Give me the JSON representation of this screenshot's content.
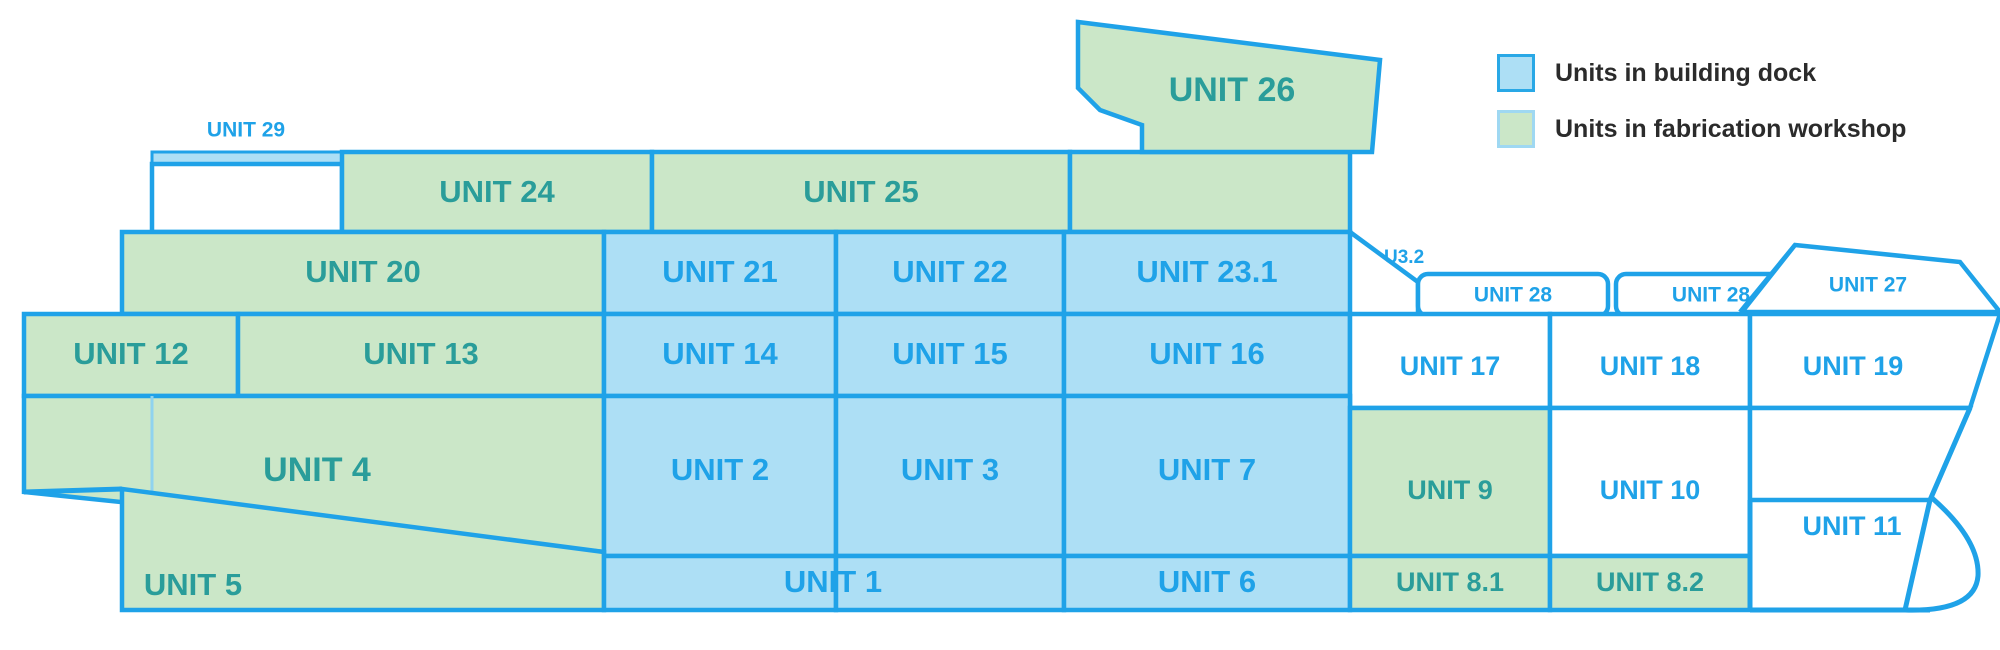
{
  "diagram": {
    "title": "Ship block/unit construction layout",
    "colors": {
      "dock_fill": "#addff5",
      "fabrication_fill": "#cbe7c8",
      "outline": "#1fa2e8",
      "dock_label": "#1fa2e8",
      "fabrication_label": "#2a9d9a",
      "legend_text": "#2b2b2b"
    }
  },
  "legend": {
    "items": [
      {
        "label": "Units in building dock",
        "swatch": "dock"
      },
      {
        "label": "Units in fabrication workshop",
        "swatch": "fabrication"
      }
    ]
  },
  "units": {
    "u29": "UNIT 29",
    "u24": "UNIT 24",
    "u25": "UNIT 25",
    "u26": "UNIT 26",
    "u20": "UNIT 20",
    "u21": "UNIT 21",
    "u22": "UNIT 22",
    "u23_1": "UNIT 23.1",
    "u3_2": "U3.2",
    "u28a": "UNIT 28",
    "u28b": "UNIT 28",
    "u27": "UNIT 27",
    "u12": "UNIT 12",
    "u13": "UNIT 13",
    "u14": "UNIT 14",
    "u15": "UNIT 15",
    "u16": "UNIT 16",
    "u17": "UNIT 17",
    "u18": "UNIT 18",
    "u19": "UNIT 19",
    "u4": "UNIT 4",
    "u2": "UNIT 2",
    "u3": "UNIT 3",
    "u7": "UNIT 7",
    "u9": "UNIT 9",
    "u10": "UNIT 10",
    "u11": "UNIT 11",
    "u5": "UNIT 5",
    "u1": "UNIT 1",
    "u6": "UNIT 6",
    "u8_1": "UNIT 8.1",
    "u8_2": "UNIT 8.2"
  }
}
